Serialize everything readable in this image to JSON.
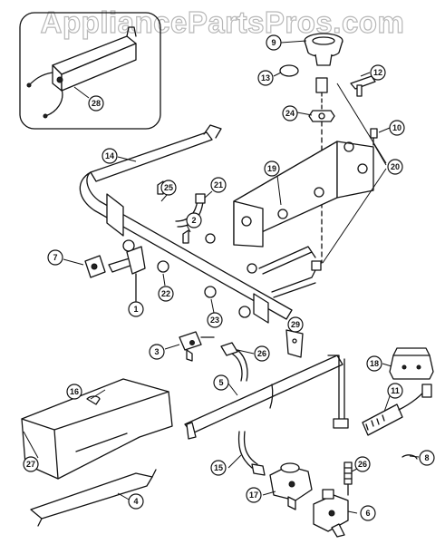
{
  "watermark": "AppliancePartsPros.com",
  "callouts": [
    {
      "id": "c28",
      "label": "28"
    },
    {
      "id": "c9",
      "label": "9"
    },
    {
      "id": "c13",
      "label": "13"
    },
    {
      "id": "c12",
      "label": "12"
    },
    {
      "id": "c24",
      "label": "24"
    },
    {
      "id": "c10",
      "label": "10"
    },
    {
      "id": "c14",
      "label": "14"
    },
    {
      "id": "c19",
      "label": "19"
    },
    {
      "id": "c20",
      "label": "20"
    },
    {
      "id": "c25",
      "label": "25"
    },
    {
      "id": "c21",
      "label": "21"
    },
    {
      "id": "c2",
      "label": "2"
    },
    {
      "id": "c7",
      "label": "7"
    },
    {
      "id": "c22",
      "label": "22"
    },
    {
      "id": "c1",
      "label": "1"
    },
    {
      "id": "c23",
      "label": "23"
    },
    {
      "id": "c29",
      "label": "29"
    },
    {
      "id": "c3",
      "label": "3"
    },
    {
      "id": "c26a",
      "label": "26"
    },
    {
      "id": "c18",
      "label": "18"
    },
    {
      "id": "c5",
      "label": "5"
    },
    {
      "id": "c11",
      "label": "11"
    },
    {
      "id": "c16",
      "label": "16"
    },
    {
      "id": "c8",
      "label": "8"
    },
    {
      "id": "c27",
      "label": "27"
    },
    {
      "id": "c15",
      "label": "15"
    },
    {
      "id": "c26b",
      "label": "26"
    },
    {
      "id": "c17",
      "label": "17"
    },
    {
      "id": "c6",
      "label": "6"
    },
    {
      "id": "c4",
      "label": "4"
    }
  ]
}
